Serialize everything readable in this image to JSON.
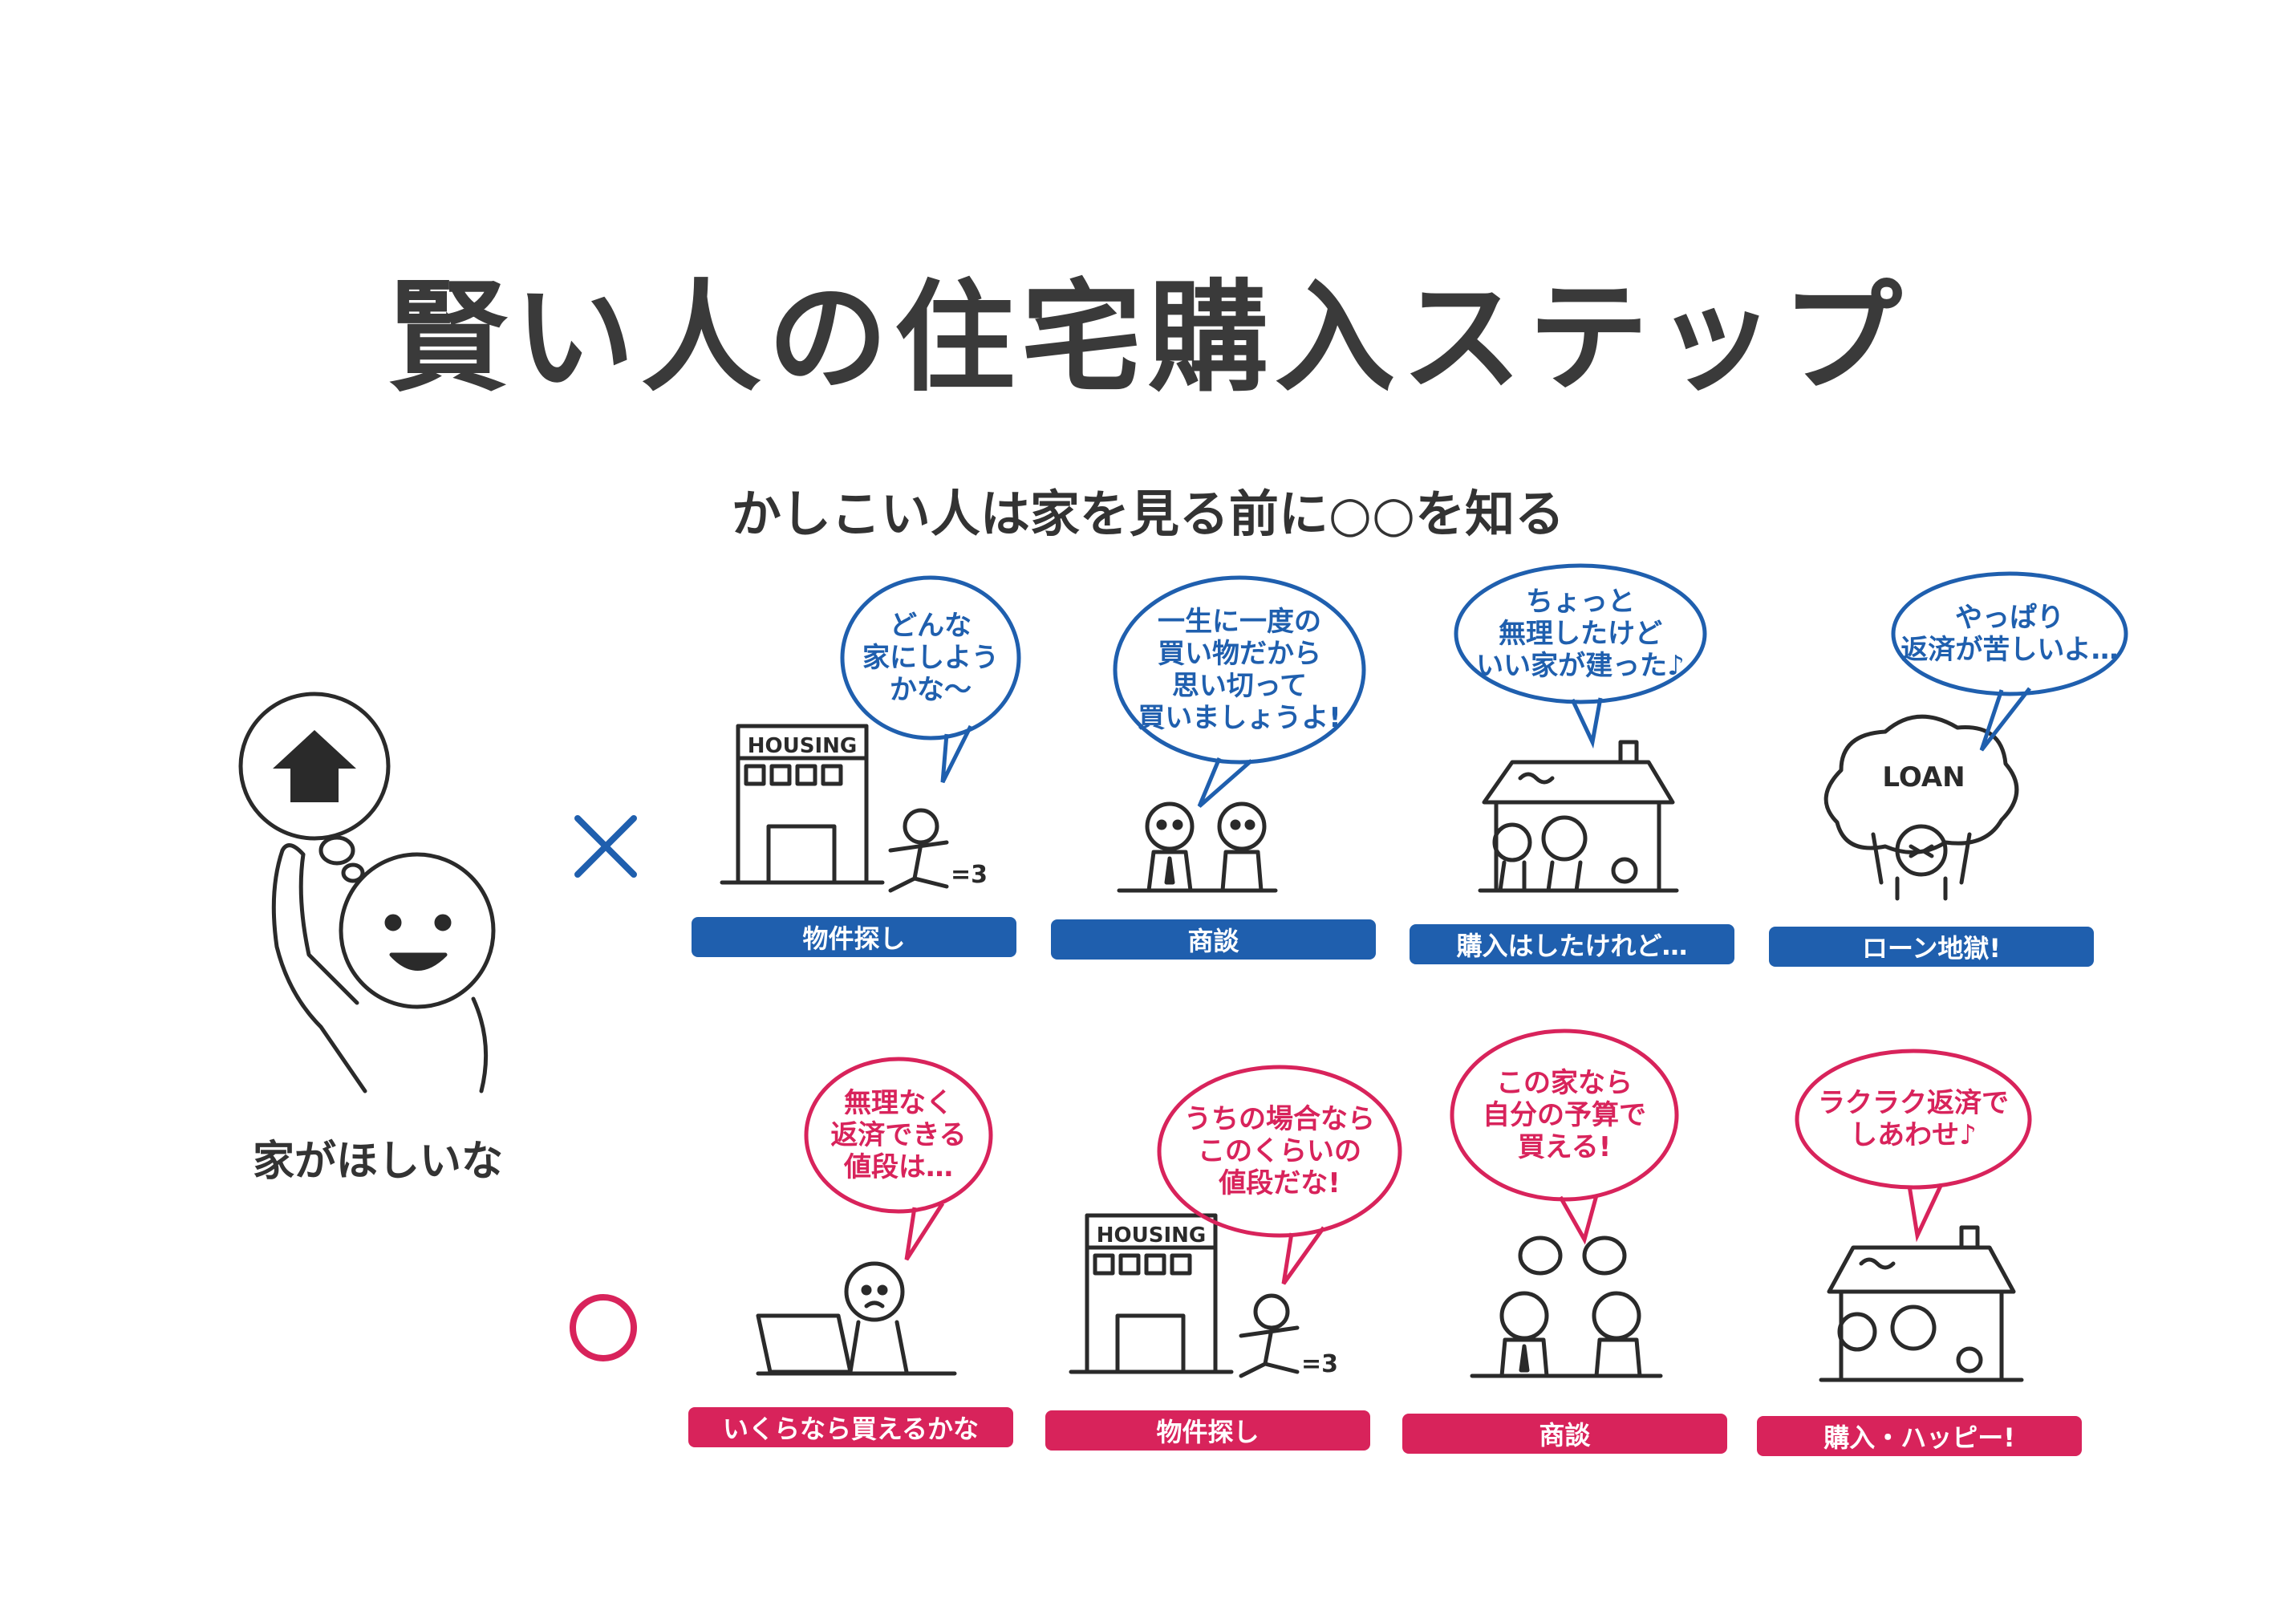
{
  "title": "賢い人の住宅購入ステップ",
  "subtitle": "かしこい人は家を見る前に○○を知る",
  "person": {
    "caption": "家がほしいな"
  },
  "building_sign": "HOUSING",
  "loan_label": "LOAN",
  "dash_mark": "=3",
  "colors": {
    "blue": "#1f5fae",
    "red": "#d8235b",
    "ink": "#2a2a2a"
  },
  "bad_route": {
    "mark": "×",
    "steps": [
      {
        "bubble": [
          "どんな",
          "家にしよう",
          "かな〜"
        ],
        "label": "物件探し"
      },
      {
        "bubble": [
          "一生に一度の",
          "買い物だから",
          "思い切って",
          "買いましょうよ!"
        ],
        "label": "商談"
      },
      {
        "bubble": [
          "ちょっと",
          "無理したけど",
          "いい家が建った♪"
        ],
        "label": "購入はしたけれど…"
      },
      {
        "bubble": [
          "やっぱり",
          "返済が苦しいよ…"
        ],
        "label": "ローン地獄!"
      }
    ]
  },
  "good_route": {
    "mark": "○",
    "steps": [
      {
        "bubble": [
          "無理なく",
          "返済できる",
          "値段は…"
        ],
        "label": "いくらなら買えるかな"
      },
      {
        "bubble": [
          "うちの場合なら",
          "このくらいの",
          "値段だな!"
        ],
        "label": "物件探し"
      },
      {
        "bubble": [
          "この家なら",
          "自分の予算で",
          "買える!"
        ],
        "label": "商談"
      },
      {
        "bubble": [
          "ラクラク返済で",
          "しあわせ♪"
        ],
        "label": "購入・ハッピー!"
      }
    ]
  }
}
